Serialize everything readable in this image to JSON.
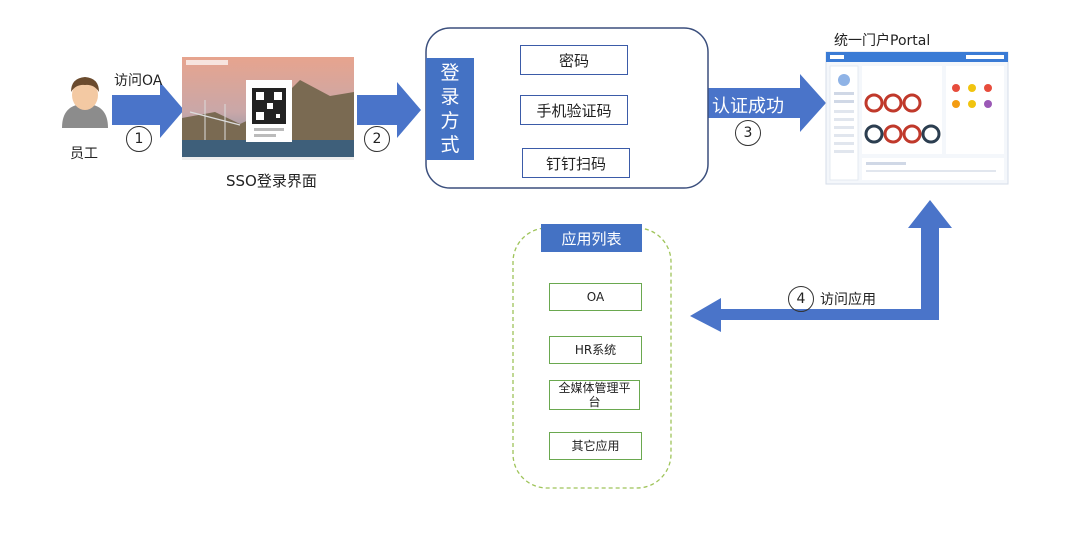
{
  "employee": {
    "label": "员工"
  },
  "step1": {
    "number": "1",
    "label": "访问OA"
  },
  "sso": {
    "caption": "SSO登录界面"
  },
  "step2": {
    "number": "2"
  },
  "login": {
    "title_chars": [
      "登",
      "录",
      "方",
      "式"
    ],
    "methods": [
      "密码",
      "手机验证码",
      "钉钉扫码"
    ]
  },
  "step3": {
    "number": "3",
    "label": "认证成功"
  },
  "portal": {
    "caption": "统一门户Portal"
  },
  "step4": {
    "number": "4",
    "label": "访问应用"
  },
  "app_list": {
    "title": "应用列表",
    "items": [
      "OA",
      "HR系统",
      "全媒体管理平台",
      "其它应用"
    ]
  },
  "colors": {
    "arrow": "#4a74c9",
    "title_box": "#4472c4",
    "method_border": "#3b5ba8",
    "app_border": "#6aa84f",
    "app_list_dash": "#9fc45a"
  }
}
